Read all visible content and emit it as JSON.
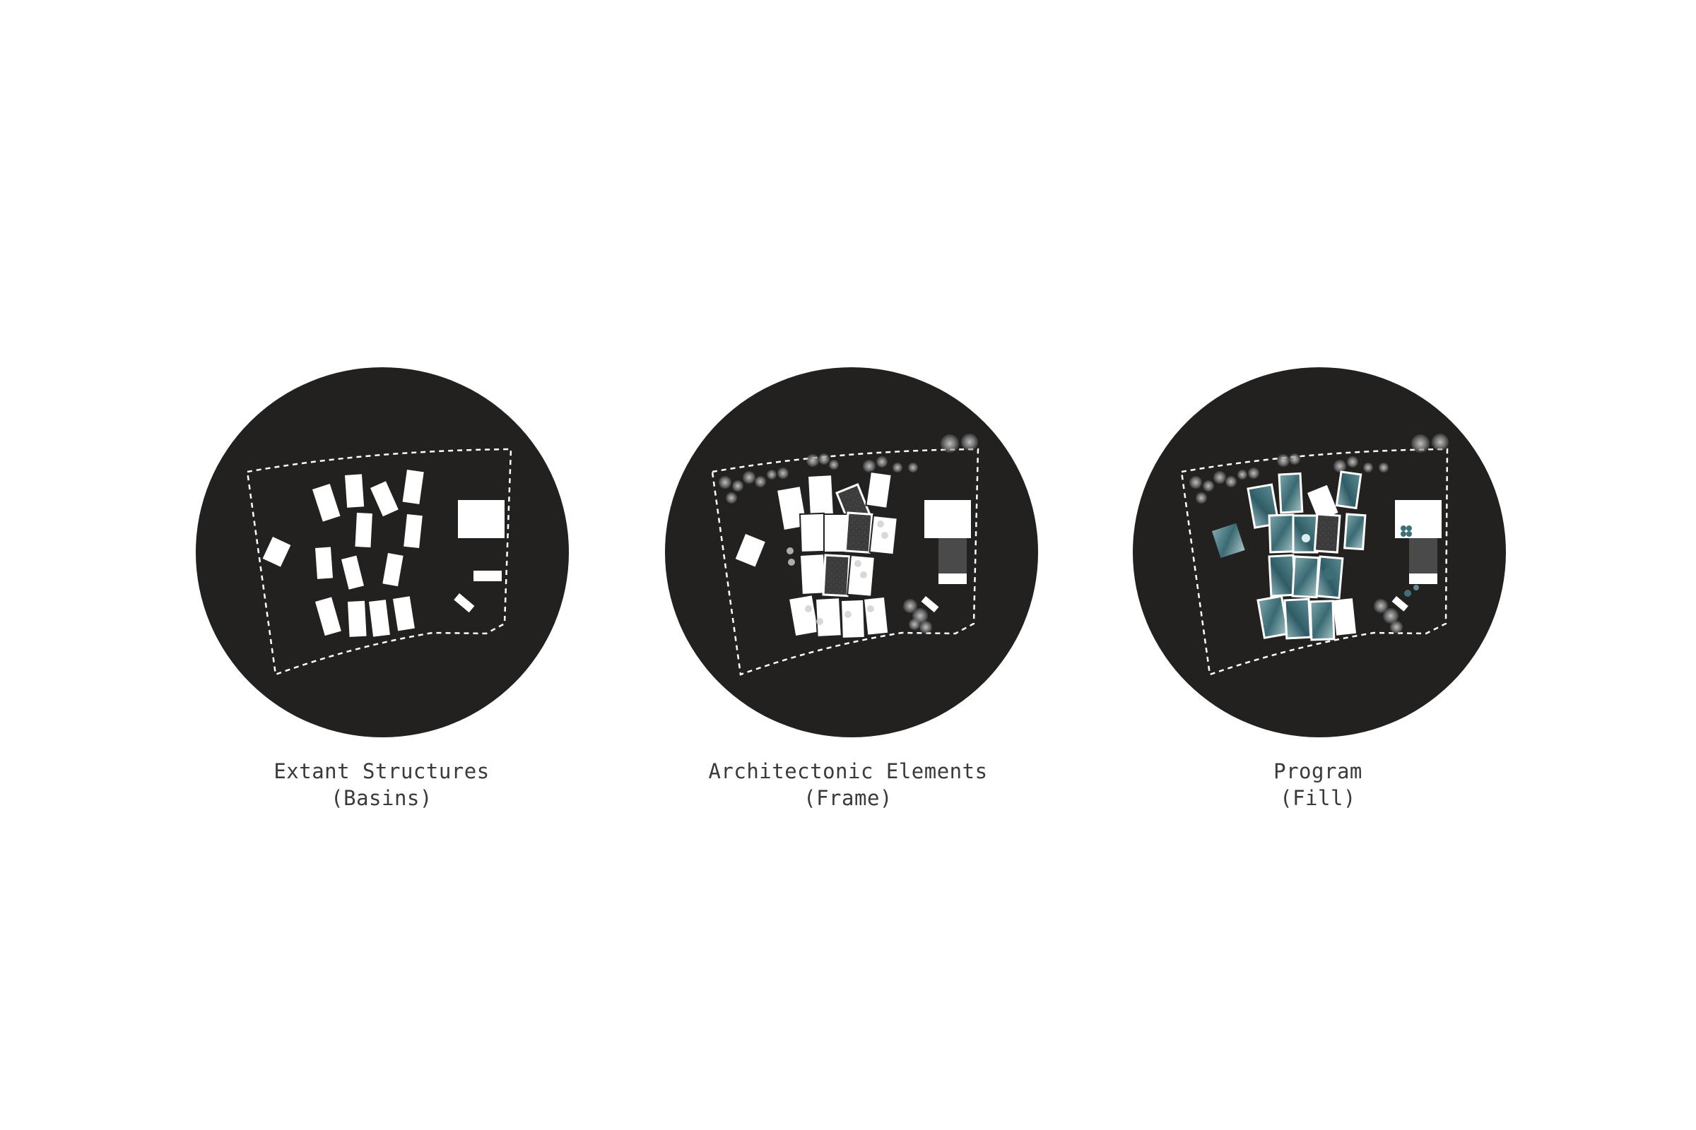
{
  "colors": {
    "background": "#ffffff",
    "disc": "#222120",
    "structure": "#ffffff",
    "boundary": "#ffffff",
    "tree_canopy": "#8a8a8a",
    "frame_dark": "#4a4a4a",
    "program_teal": "#3e6f78"
  },
  "panels": [
    {
      "id": "extant",
      "title": "Extant Structures",
      "subtitle": "(Basins)"
    },
    {
      "id": "architectonic",
      "title": "Architectonic Elements",
      "subtitle": "(Frame)"
    },
    {
      "id": "program",
      "title": "Program",
      "subtitle": "(Fill)"
    }
  ]
}
